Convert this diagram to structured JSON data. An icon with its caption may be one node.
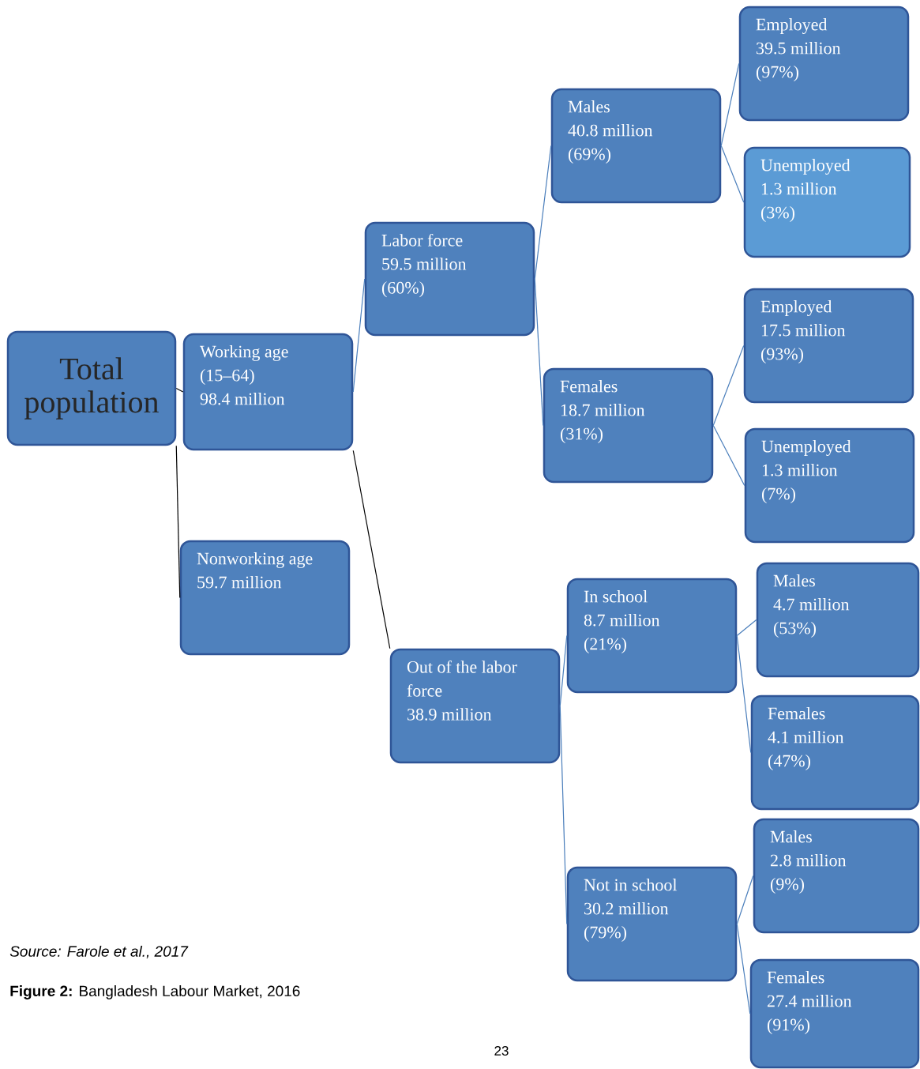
{
  "diagram": {
    "caption": "**Figure 2:** Bangladesh Labour Market, 2016",
    "nodes": [
      {
        "text": [
          "Total population"
        ]
      },
      {
        "text": [
          "Working age",
          "(15–64)",
          "98.4 million"
        ]
      },
      {
        "text": [
          "Nonworking age",
          "59.7 million"
        ]
      },
      {
        "text": [
          "Labor force",
          "59.5 million",
          "(60%)"
        ]
      },
      {
        "text": [
          "Out of the labor force",
          "38.9 million"
        ]
      },
      {
        "text": [
          "Males",
          "40.8 million",
          "(69%)"
        ]
      },
      {
        "text": [
          "Females",
          "18.7 million",
          "(31%)"
        ]
      },
      {
        "text": [
          "Employed",
          "39.5 million",
          "(97%)"
        ]
      },
      {
        "text": [
          "Unemployed",
          "1.3 million",
          "(3%)"
        ]
      },
      {
        "text": [
          "Employed",
          "17.5 million",
          "(93%)"
        ]
      },
      {
        "text": [
          "Unemployed",
          "1.3 million",
          "(7%)"
        ]
      },
      {
        "text": [
          "In school",
          "8.7 million",
          "(21%)"
        ]
      },
      {
        "text": [
          "Not in school",
          "30.2 million",
          "(79%)"
        ]
      },
      {
        "text": [
          "Males",
          "4.7 million",
          "(53%)"
        ]
      },
      {
        "text": [
          "Females",
          "4.1 million",
          "(47%)"
        ]
      },
      {
        "text": [
          "Males",
          "2.8 million",
          "(9%)"
        ]
      },
      {
        "text": [
          "Females",
          "27.4 million",
          "(91%)"
        ]
      }
    ],
    "edges": [
      {
        "from": 0,
        "to": 1,
        "arrow": "none",
        "color": "#000000"
      },
      {
        "from": 0,
        "to": 2,
        "arrow": "none",
        "color": "#000000"
      },
      {
        "from": 1,
        "to": 3,
        "arrow": "none"
      },
      {
        "from": 1,
        "to": 4,
        "arrow": "none",
        "color": "#000000"
      },
      {
        "from": 3,
        "to": 5,
        "arrow": "none"
      },
      {
        "from": 3,
        "to": 6,
        "arrow": "none"
      },
      {
        "from": 5,
        "to": 7,
        "arrow": "none"
      },
      {
        "from": 5,
        "to": 8,
        "arrow": "none"
      },
      {
        "from": 6,
        "to": 9,
        "arrow": "none"
      },
      {
        "from": 6,
        "to": 10,
        "arrow": "none"
      },
      {
        "from": 4,
        "to": 11,
        "arrow": "none"
      },
      {
        "from": 4,
        "to": 12,
        "arrow": "none"
      },
      {
        "from": 11,
        "to": 13,
        "arrow": "none"
      },
      {
        "from": 11,
        "to": 14,
        "arrow": "none"
      },
      {
        "from": 12,
        "to": 15,
        "arrow": "none"
      },
      {
        "from": 12,
        "to": 16,
        "arrow": "none"
      }
    ],
    "labels": [
      "Source: Farole et al., 2017",
      "23"
    ]
  }
}
